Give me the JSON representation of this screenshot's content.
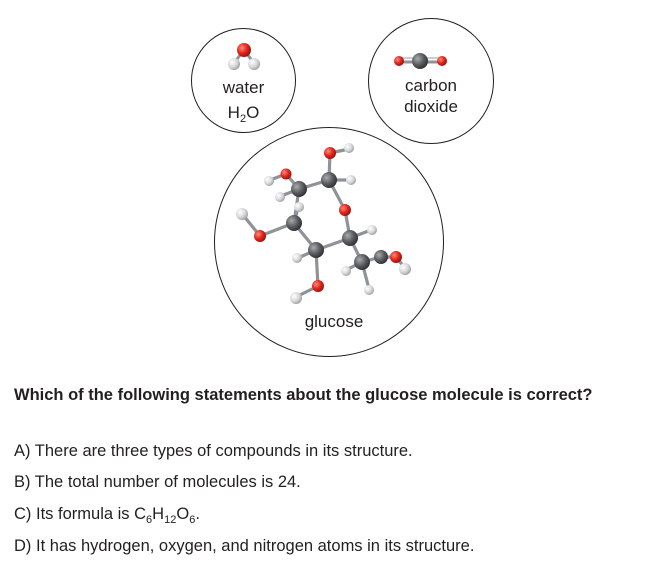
{
  "molecules": {
    "water": {
      "name": "water",
      "formula_base": "H",
      "formula_sub": "2",
      "formula_tail": "O"
    },
    "carbon_dioxide": {
      "line1": "carbon",
      "line2": "dioxide"
    },
    "glucose": {
      "name": "glucose"
    }
  },
  "colors": {
    "carbon": "#5b5d61",
    "oxygen": "#e1251b",
    "hydrogen": "#d4d6d8",
    "bond": "#8f9296"
  },
  "question": "Which of the following statements about the glucose molecule is correct?",
  "options": [
    {
      "letter": "A)",
      "text": "There are three types of compounds in its structure."
    },
    {
      "letter": "B)",
      "text": "The total number of molecules is 24."
    },
    {
      "letter": "C)",
      "text_before": "Its formula is C",
      "sub1": "6",
      "mid1": "H",
      "sub2": "12",
      "mid2": "O",
      "sub3": "6",
      "text_after": "."
    },
    {
      "letter": "D)",
      "text": "It has hydrogen, oxygen, and nitrogen atoms in its structure."
    }
  ]
}
